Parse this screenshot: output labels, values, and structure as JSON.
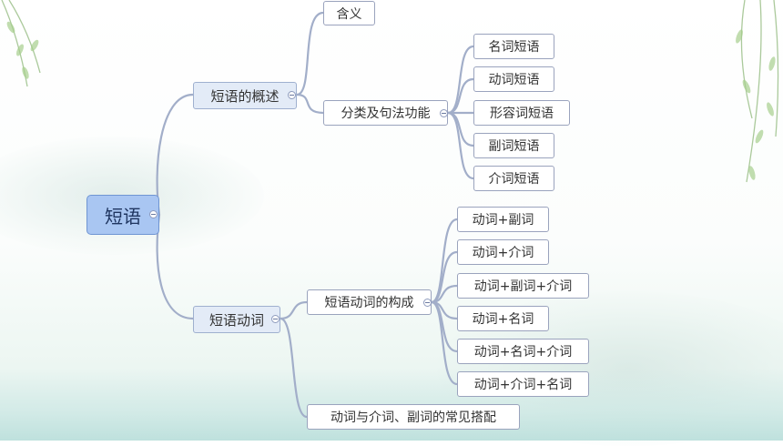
{
  "root": {
    "label": "短语"
  },
  "branches": [
    {
      "label": "短语的概述",
      "children": [
        {
          "label": "含义"
        },
        {
          "label": "分类及句法功能",
          "children": [
            "名词短语",
            "动词短语",
            "形容词短语",
            "副词短语",
            "介词短语"
          ]
        }
      ]
    },
    {
      "label": "短语动词",
      "children": [
        {
          "label": "短语动词的构成",
          "children": [
            "动词+副词",
            "动词+介词",
            "动词+副词+介词",
            "动词+名词",
            "动词+名词+介词",
            "动词+介词+名词"
          ]
        },
        {
          "label": "动词与介词、副词的常见搭配"
        }
      ]
    }
  ],
  "colors": {
    "root_fill": "#a9c6f2",
    "branch_fill": "#e3ebf7",
    "connector": "#a2aec9"
  }
}
